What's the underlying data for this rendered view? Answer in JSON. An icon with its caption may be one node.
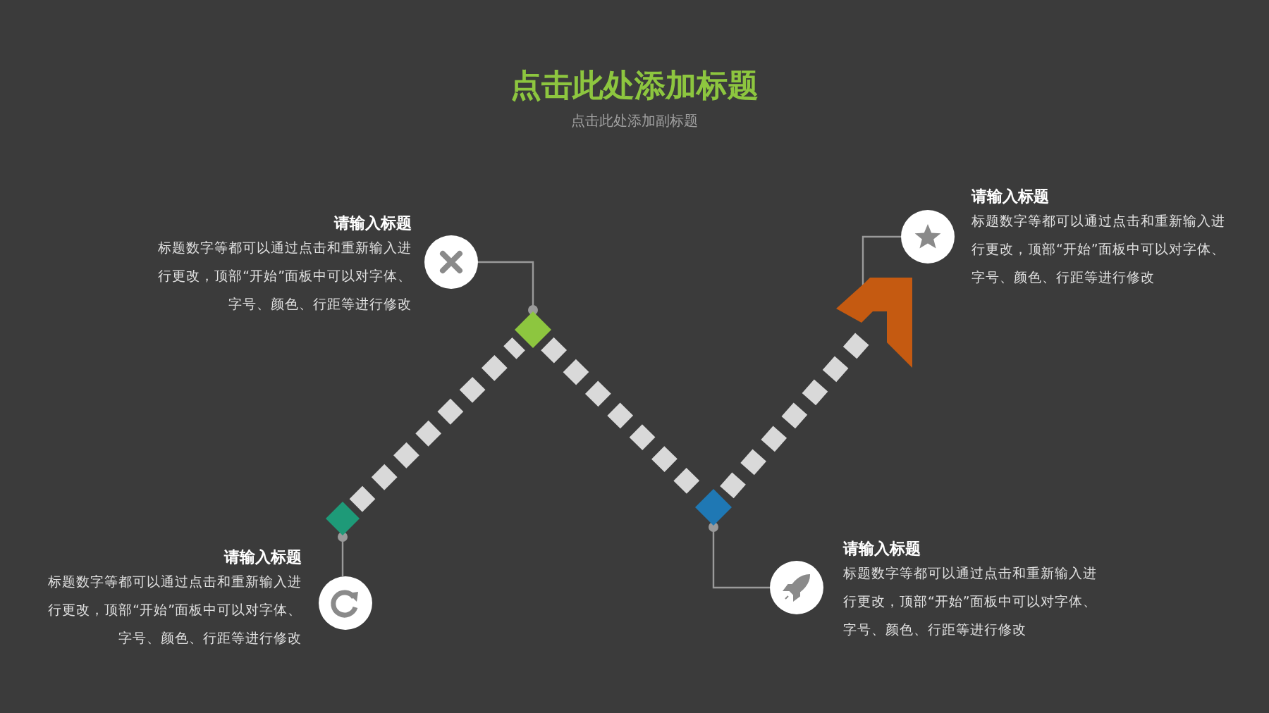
{
  "diagram": {
    "title": "点击此处添加标题",
    "caption": "点击此处添加副标题",
    "nodes": [
      {
        "text": [],
        "shape": "diamond"
      },
      {
        "text": [],
        "shape": "diamond"
      },
      {
        "text": [],
        "shape": "diamond"
      },
      {
        "text": [],
        "shape": "arrow"
      },
      {
        "text": [],
        "shape": "circle",
        "beside": [
          "请输入标题",
          "标题数字等都可以通过点击和重新输入进行更改，顶部“开始”面板中可以对字体、字号、颜色、行距等进行修改"
        ]
      },
      {
        "text": [],
        "shape": "circle",
        "beside": [
          "请输入标题",
          "标题数字等都可以通过点击和重新输入进行更改，顶部“开始”面板中可以对字体、字号、颜色、行距等进行修改"
        ]
      },
      {
        "text": [],
        "shape": "circle",
        "beside": [
          "请输入标题",
          "标题数字等都可以通过点击和重新输入进行更改，顶部“开始”面板中可以对字体、字号、颜色、行距等进行修改"
        ]
      },
      {
        "text": [],
        "shape": "circle",
        "beside": [
          "请输入标题",
          "标题数字等都可以通过点击和重新输入进行更改，顶部“开始”面板中可以对字体、字号、颜色、行距等进行修改"
        ]
      }
    ],
    "edges": [
      {
        "from": 0,
        "to": 1,
        "arrow": "none",
        "style": "dashed",
        "color": "#d9d9d9"
      },
      {
        "from": 1,
        "to": 2,
        "arrow": "none",
        "style": "dashed",
        "color": "#d9d9d9"
      },
      {
        "from": 2,
        "to": 3,
        "arrow": "none",
        "style": "dashed",
        "color": "#d9d9d9"
      },
      {
        "from": 0,
        "to": 4,
        "arrow": "other"
      },
      {
        "from": 1,
        "to": 5,
        "arrow": "other"
      },
      {
        "from": 2,
        "to": 6,
        "arrow": "other"
      },
      {
        "from": 3,
        "to": 7,
        "arrow": "other"
      }
    ]
  }
}
